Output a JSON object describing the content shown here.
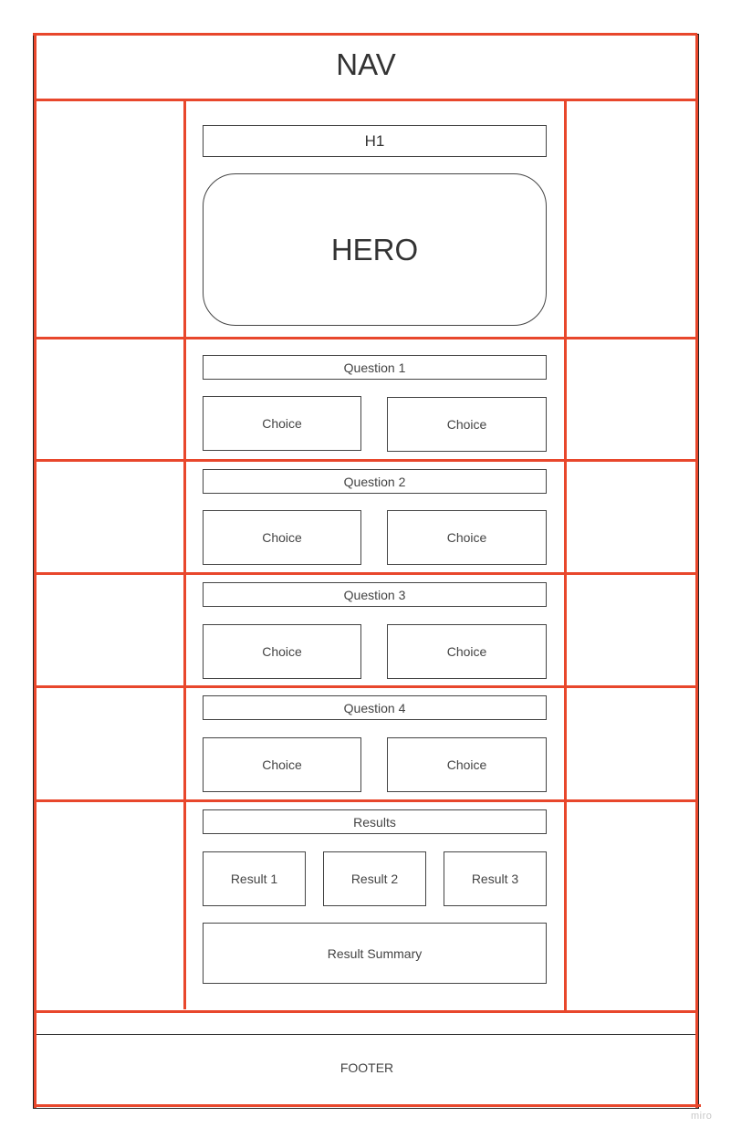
{
  "nav": {
    "label": "NAV"
  },
  "header": {
    "h1_label": "H1",
    "hero_label": "HERO"
  },
  "questions": [
    {
      "label": "Question 1",
      "choices": [
        "Choice",
        "Choice"
      ]
    },
    {
      "label": "Question 2",
      "choices": [
        "Choice",
        "Choice"
      ]
    },
    {
      "label": "Question 3",
      "choices": [
        "Choice",
        "Choice"
      ]
    },
    {
      "label": "Question 4",
      "choices": [
        "Choice",
        "Choice"
      ]
    }
  ],
  "results": {
    "label": "Results",
    "items": [
      "Result 1",
      "Result 2",
      "Result 3"
    ],
    "summary": "Result Summary"
  },
  "footer": {
    "label": "FOOTER"
  },
  "watermark": "miro",
  "colors": {
    "grid_lines": "#e8472c",
    "box_border": "#444444"
  }
}
